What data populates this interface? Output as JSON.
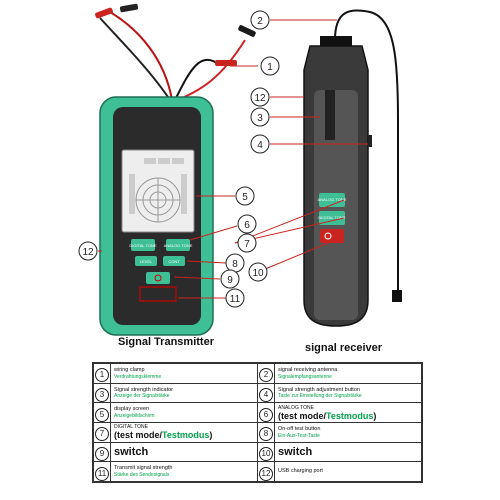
{
  "callouts": [
    "1",
    "2",
    "3",
    "4",
    "5",
    "6",
    "7",
    "8",
    "9",
    "10",
    "11",
    "12"
  ],
  "transmitter": {
    "label": "Signal Transmitter",
    "buttons": {
      "digital": "DIGITAL TONE",
      "analog": "ANALOG TONE",
      "level": "LEVEL",
      "cont": "CONT"
    }
  },
  "receiver": {
    "label": "signal receiver",
    "buttons": {
      "analog": "ANALOG TONE",
      "digital": "DIGITAL TONE"
    }
  },
  "legend": {
    "r1": {
      "left": {
        "num": "1",
        "en": "wiring clamp",
        "de": "Verdrahtungsklemme"
      },
      "right": {
        "num": "2",
        "en": "signal receiving antenna",
        "de": "Signalempfangsantenne"
      }
    },
    "r2": {
      "left": {
        "num": "3",
        "en": "Signal strength indicator",
        "de": "Anzeige der Signalstärke"
      },
      "right": {
        "num": "4",
        "en": "Signal strength adjustment button",
        "de": "Taste zur Einstellung der Signalstärke"
      }
    },
    "r3": {
      "left": {
        "num": "5",
        "en": "display screen",
        "de": "Anzeigebildschirm"
      },
      "right": {
        "num": "6",
        "small": "ANALOG TONE",
        "big": "(test mode/",
        "bigg": "Testmodus",
        "bigend": ")"
      }
    },
    "r4": {
      "left": {
        "num": "7",
        "small": "DIGITAL TONE",
        "big": "(test mode/",
        "bigg": "Testmodus",
        "bigend": ")"
      },
      "right": {
        "num": "8",
        "en": "On-off test button",
        "de": "Ein-Aus-Test-Taste"
      }
    },
    "r5": {
      "left": {
        "num": "9",
        "big": "switch"
      },
      "right": {
        "num": "10",
        "big": "switch"
      }
    },
    "r6": {
      "left": {
        "num": "11",
        "en": "Transmit signal strength",
        "de": "Stärke des Sendesignals"
      },
      "right": {
        "num": "12",
        "en": "USB charging port"
      }
    }
  }
}
